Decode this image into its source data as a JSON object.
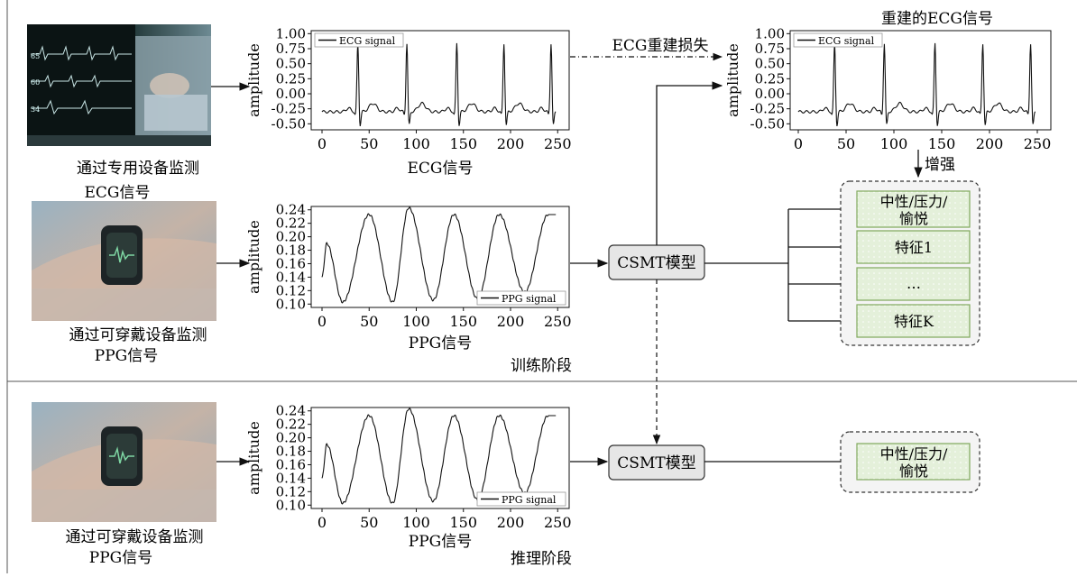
{
  "training": {
    "ecg_device_caption": [
      "通过专用设备监测",
      "ECG信号"
    ],
    "ppg_device_caption": [
      "通过可穿戴设备监测",
      "PPG信号"
    ],
    "ecg_plot_caption": "ECG信号",
    "ppg_plot_caption": "PPG信号",
    "stage_label": "训练阶段",
    "ecg_loss_label": "ECG重建损失",
    "reconstructed_title": "重建的ECG信号",
    "enhance_label": "增强",
    "model_label": "CSMT模型",
    "feature_boxes": [
      "中性/压力/愉悦",
      "特征1",
      "…",
      "特征K"
    ]
  },
  "inference": {
    "ppg_device_caption": [
      "通过可穿戴设备监测",
      "PPG信号"
    ],
    "ppg_plot_caption": "PPG信号",
    "stage_label": "推理阶段",
    "model_label": "CSMT模型",
    "output_box": "中性/压力/愉悦"
  },
  "monitor_readouts": [
    "65",
    "60",
    "34"
  ],
  "chart_data": [
    {
      "id": "ecg_input",
      "type": "line",
      "ylabel": "amplitude",
      "legend": "ECG signal",
      "legend_position": "top-left",
      "xlim": [
        0,
        255
      ],
      "ylim": [
        -0.6,
        1.05
      ],
      "xticks": [
        0,
        50,
        100,
        150,
        200,
        250
      ],
      "yticks": [
        1.0,
        0.75,
        0.5,
        0.25,
        0.0,
        -0.25,
        -0.5
      ],
      "r_peak_x": [
        38,
        90,
        143,
        193,
        243
      ],
      "baseline": -0.3,
      "peak": 0.85,
      "trough": -0.55
    },
    {
      "id": "ppg_input",
      "type": "line",
      "ylabel": "amplitude",
      "legend": "PPG signal",
      "legend_position": "bottom-right",
      "xlim": [
        0,
        255
      ],
      "ylim": [
        0.095,
        0.245
      ],
      "xticks": [
        0,
        50,
        100,
        150,
        200,
        250
      ],
      "yticks": [
        0.24,
        0.22,
        0.2,
        0.18,
        0.16,
        0.14,
        0.12,
        0.1
      ],
      "peaks_x": [
        5,
        50,
        92,
        140,
        188,
        240
      ],
      "peaks_y": [
        0.19,
        0.233,
        0.243,
        0.233,
        0.233,
        0.233
      ],
      "troughs_x": [
        0,
        22,
        75,
        118,
        165,
        215
      ],
      "troughs_y": [
        0.14,
        0.103,
        0.103,
        0.106,
        0.108,
        0.118
      ]
    },
    {
      "id": "ecg_reconstructed",
      "type": "line",
      "ylabel": "amplitude",
      "legend": "ECG signal",
      "legend_position": "top-left",
      "xlim": [
        0,
        255
      ],
      "ylim": [
        -0.6,
        1.05
      ],
      "xticks": [
        0,
        50,
        100,
        150,
        200,
        250
      ],
      "yticks": [
        1.0,
        0.75,
        0.5,
        0.25,
        0.0,
        -0.25,
        -0.5
      ],
      "r_peak_x": [
        38,
        90,
        143,
        193,
        243
      ],
      "baseline": -0.3,
      "peak": 0.85,
      "trough": -0.55
    },
    {
      "id": "ppg_inference",
      "type": "line",
      "ylabel": "amplitude",
      "legend": "PPG signal",
      "legend_position": "bottom-right",
      "xlim": [
        0,
        255
      ],
      "ylim": [
        0.095,
        0.245
      ],
      "xticks": [
        0,
        50,
        100,
        150,
        200,
        250
      ],
      "yticks": [
        0.24,
        0.22,
        0.2,
        0.18,
        0.16,
        0.14,
        0.12,
        0.1
      ],
      "peaks_x": [
        5,
        50,
        92,
        140,
        188,
        240
      ],
      "peaks_y": [
        0.19,
        0.233,
        0.243,
        0.233,
        0.233,
        0.233
      ],
      "troughs_x": [
        0,
        22,
        75,
        118,
        165,
        215
      ],
      "troughs_y": [
        0.14,
        0.103,
        0.103,
        0.106,
        0.108,
        0.118
      ]
    }
  ],
  "colors": {
    "model_box_fill": "#e6e6e6",
    "feature_fill": "#e3f0d8",
    "feature_border": "#7fa85c",
    "container_fill": "#f4f4f4",
    "divider": "#555555"
  }
}
